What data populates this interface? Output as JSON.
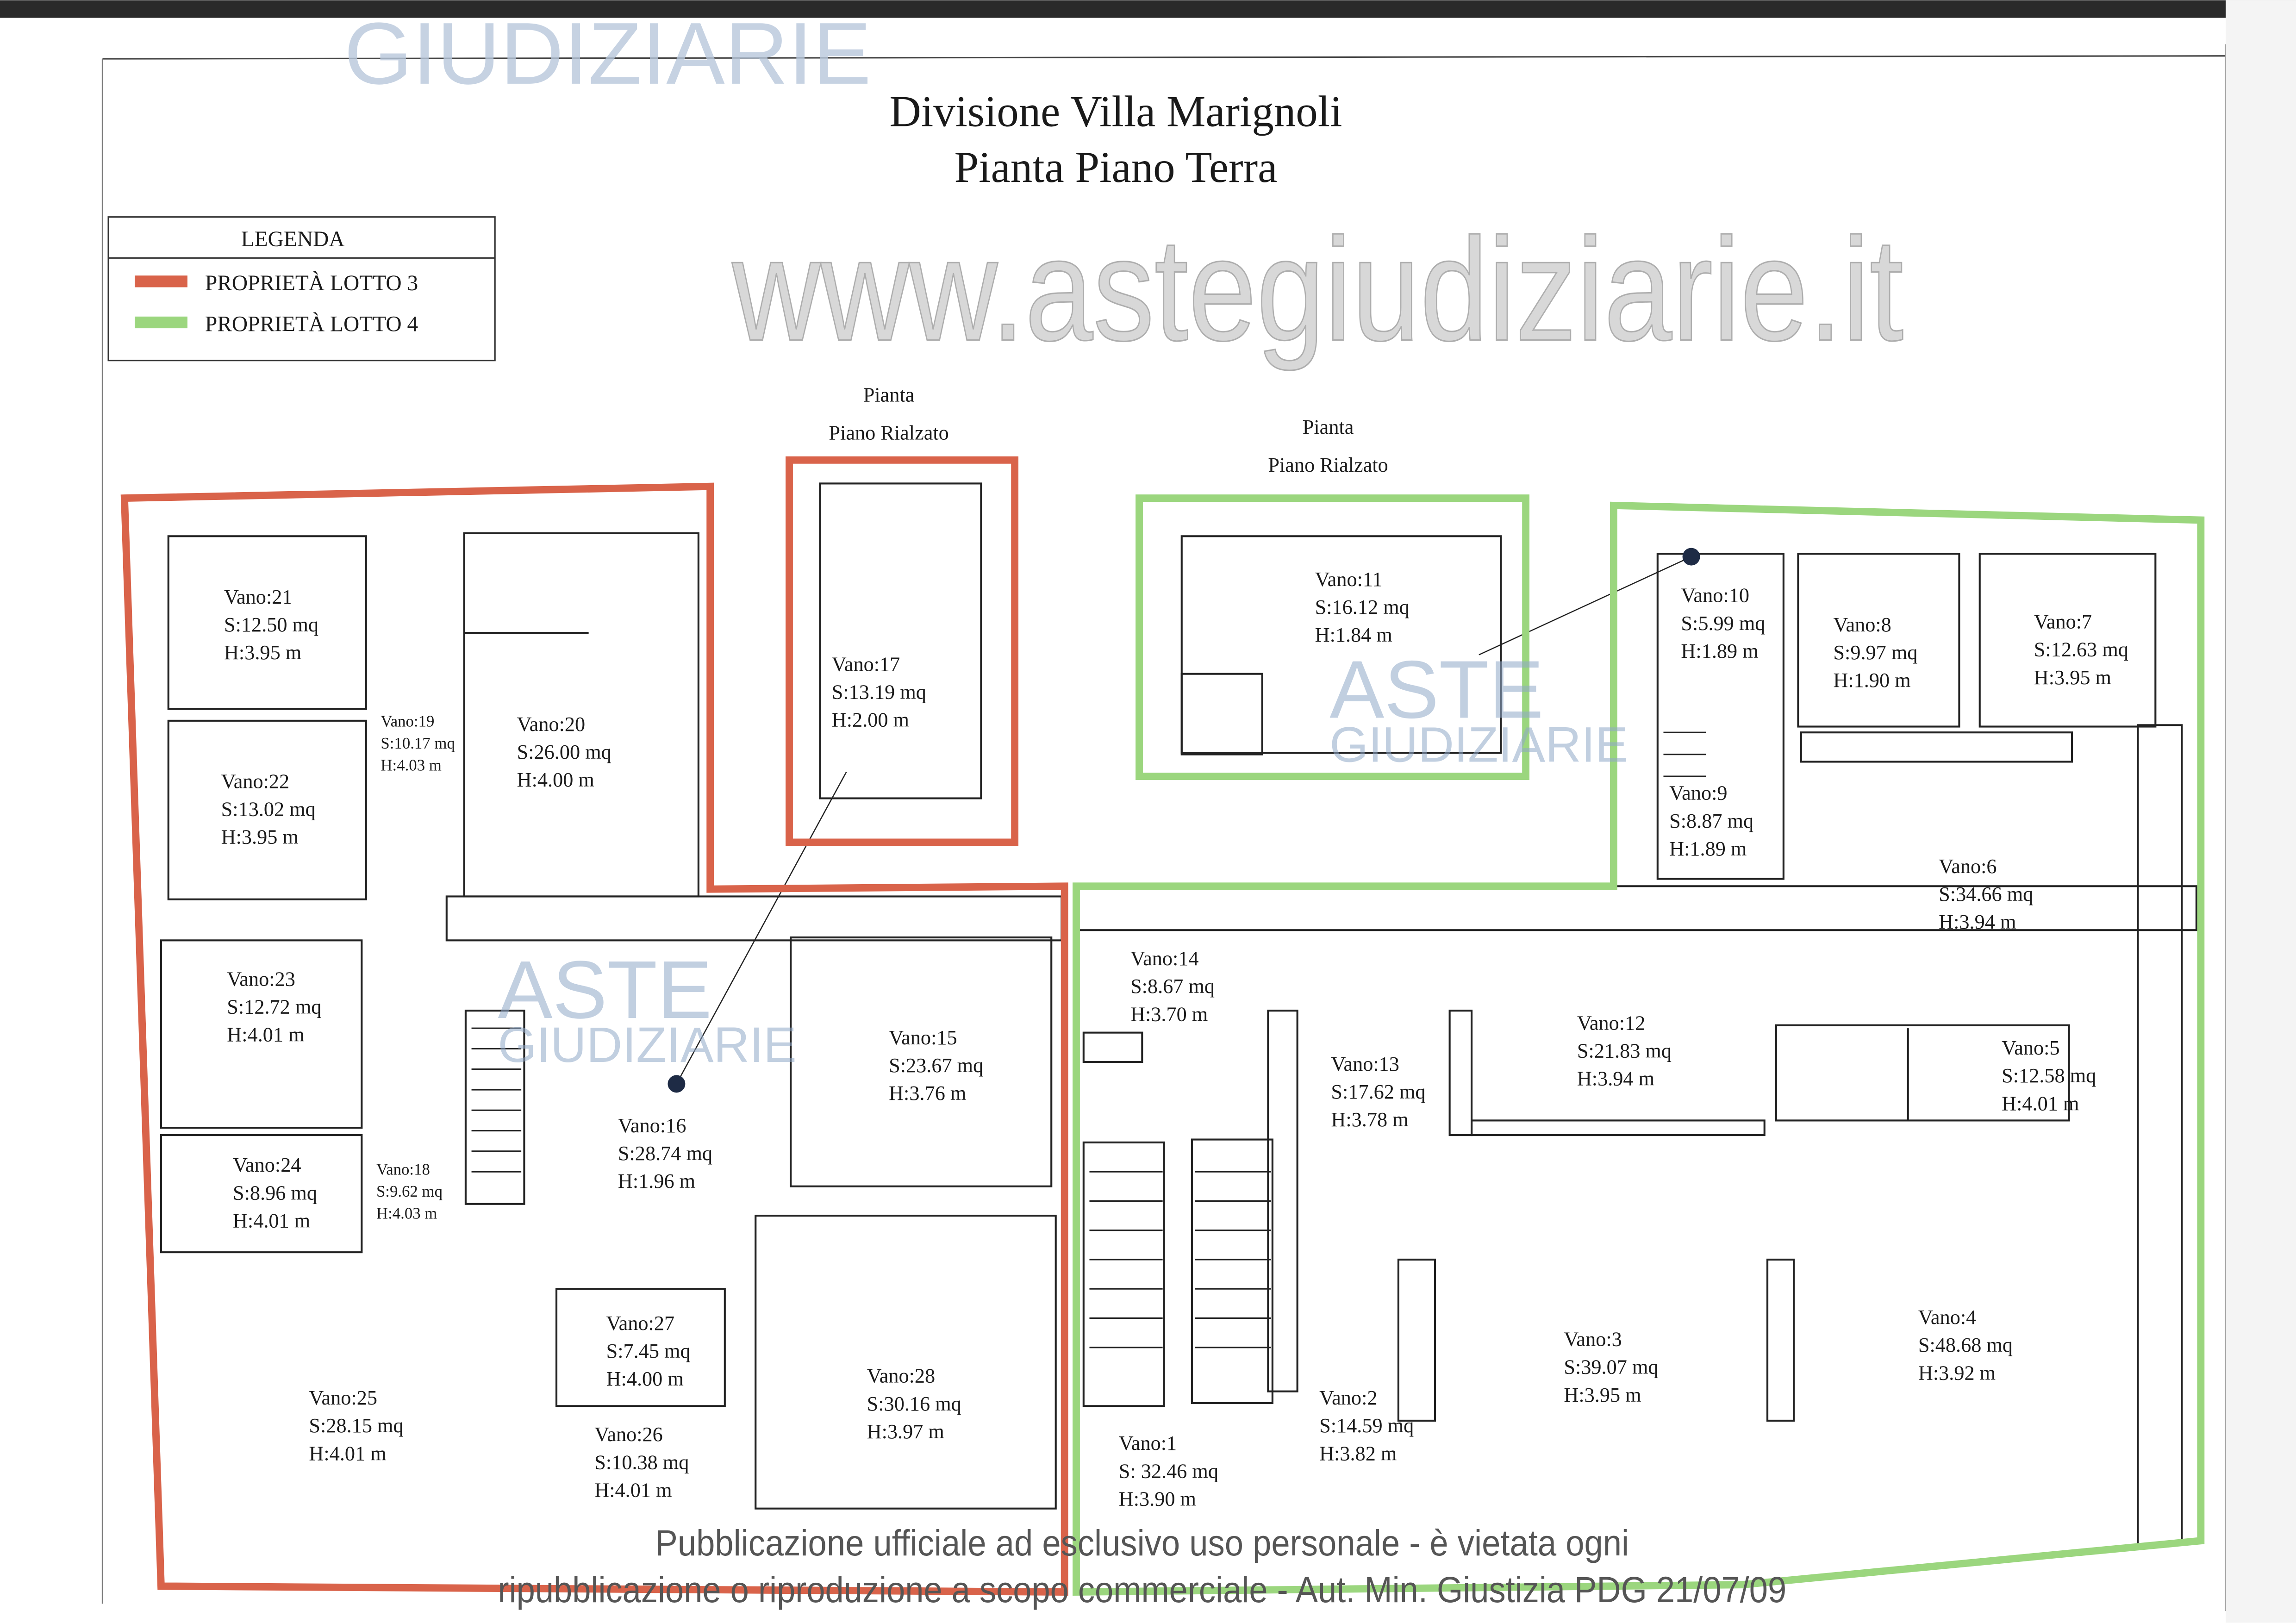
{
  "title": {
    "line1": "Divisione Villa Marignoli",
    "line2": "Pianta Piano Terra"
  },
  "legend": {
    "heading": "LEGENDA",
    "items": [
      {
        "label": "PROPRIETÀ LOTTO 3",
        "color": "#d9634a"
      },
      {
        "label": "PROPRIETÀ LOTTO 4",
        "color": "#9bd67e"
      }
    ]
  },
  "sublabels": {
    "left": {
      "line1": "Pianta",
      "line2": "Piano Rialzato"
    },
    "right": {
      "line1": "Pianta",
      "line2": "Piano Rialzato"
    }
  },
  "rooms": {
    "v21": [
      "Vano:21",
      "S:12.50 mq",
      "H:3.95 m"
    ],
    "v22": [
      "Vano:22",
      "S:13.02 mq",
      "H:3.95 m"
    ],
    "v19": [
      "Vano:19",
      "S:10.17 mq",
      "H:4.03 m"
    ],
    "v20": [
      "Vano:20",
      "S:26.00 mq",
      "H:4.00 m"
    ],
    "v17": [
      "Vano:17",
      "S:13.19 mq",
      "H:2.00 m"
    ],
    "v23": [
      "Vano:23",
      "S:12.72 mq",
      "H:4.01 m"
    ],
    "v24": [
      "Vano:24",
      "S:8.96 mq",
      "H:4.01 m"
    ],
    "v18": [
      "Vano:18",
      "S:9.62 mq",
      "H:4.03 m"
    ],
    "v16": [
      "Vano:16",
      "S:28.74 mq",
      "H:1.96 m"
    ],
    "v15": [
      "Vano:15",
      "S:23.67 mq",
      "H:3.76 m"
    ],
    "v27": [
      "Vano:27",
      "S:7.45 mq",
      "H:4.00 m"
    ],
    "v25": [
      "Vano:25",
      "S:28.15 mq",
      "H:4.01 m"
    ],
    "v26": [
      "Vano:26",
      "S:10.38 mq",
      "H:4.01 m"
    ],
    "v28": [
      "Vano:28",
      "S:30.16 mq",
      "H:3.97 m"
    ],
    "v11": [
      "Vano:11",
      "S:16.12 mq",
      "H:1.84 m"
    ],
    "v10": [
      "Vano:10",
      "S:5.99 mq",
      "H:1.89 m"
    ],
    "v8": [
      "Vano:8",
      "S:9.97 mq",
      "H:1.90 m"
    ],
    "v7": [
      "Vano:7",
      "S:12.63 mq",
      "H:3.95 m"
    ],
    "v9": [
      "Vano:9",
      "S:8.87 mq",
      "H:1.89 m"
    ],
    "v6": [
      "Vano:6",
      "S:34.66 mq",
      "H:3.94 m"
    ],
    "v14": [
      "Vano:14",
      "S:8.67 mq",
      "H:3.70 m"
    ],
    "v13": [
      "Vano:13",
      "S:17.62 mq",
      "H:3.78 m"
    ],
    "v12": [
      "Vano:12",
      "S:21.83 mq",
      "H:3.94 m"
    ],
    "v5": [
      "Vano:5",
      "S:12.58 mq",
      "H:4.01 m"
    ],
    "v4": [
      "Vano:4",
      "S:48.68 mq",
      "H:3.92 m"
    ],
    "v3": [
      "Vano:3",
      "S:39.07 mq",
      "H:3.95 m"
    ],
    "v2": [
      "Vano:2",
      "S:14.59 mq",
      "H:3.82 m"
    ],
    "v1": [
      "Vano:1",
      "S: 32.46 mq",
      "H:3.90 m"
    ]
  },
  "watermarks": {
    "top": "GIUDIZIARIE",
    "aste": "ASTE",
    "giudiziarie": "GIUDIZIARIE",
    "url": "www.astegiudiziarie.it",
    "notice1": "Pubblicazione ufficiale ad esclusivo uso personale - è vietata ogni",
    "notice2": "ripubblicazione o riproduzione a scopo commerciale - Aut. Min. Giustizia PDG 21/07/09"
  }
}
